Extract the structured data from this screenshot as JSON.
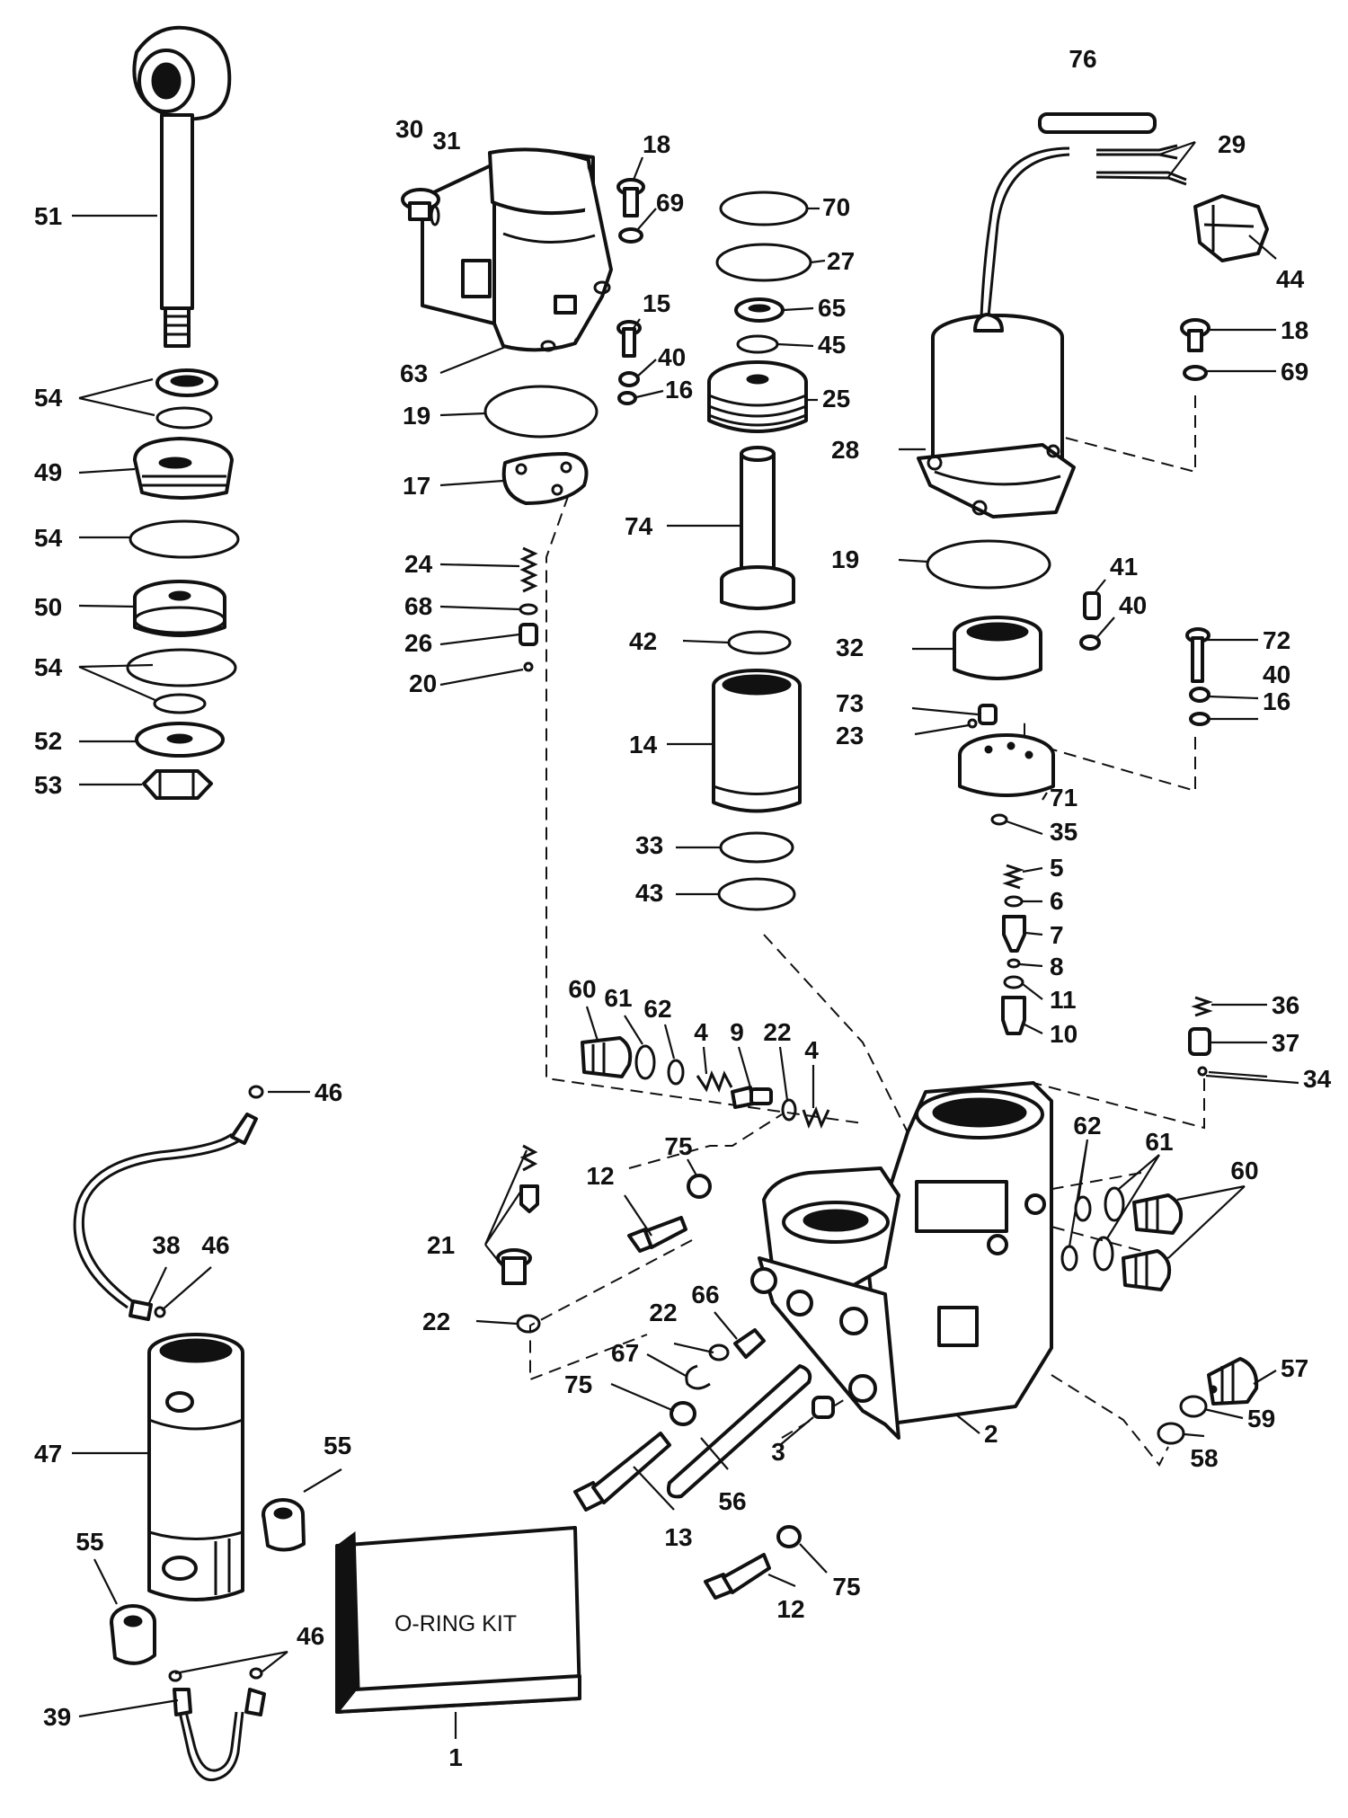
{
  "kit_box_text": "O-RING KIT",
  "callouts": [
    {
      "text": "76"
    },
    {
      "text": "29"
    },
    {
      "text": "44"
    },
    {
      "text": "30"
    },
    {
      "text": "31"
    },
    {
      "text": "18"
    },
    {
      "text": "69"
    },
    {
      "text": "70"
    },
    {
      "text": "27"
    },
    {
      "text": "51"
    },
    {
      "text": "63"
    },
    {
      "text": "15"
    },
    {
      "text": "65"
    },
    {
      "text": "45"
    },
    {
      "text": "40"
    },
    {
      "text": "16"
    },
    {
      "text": "25"
    },
    {
      "text": "18"
    },
    {
      "text": "69"
    },
    {
      "text": "54"
    },
    {
      "text": "19"
    },
    {
      "text": "28"
    },
    {
      "text": "49"
    },
    {
      "text": "17"
    },
    {
      "text": "74"
    },
    {
      "text": "54"
    },
    {
      "text": "19"
    },
    {
      "text": "24"
    },
    {
      "text": "41"
    },
    {
      "text": "50"
    },
    {
      "text": "68"
    },
    {
      "text": "40"
    },
    {
      "text": "42"
    },
    {
      "text": "32"
    },
    {
      "text": "72"
    },
    {
      "text": "26"
    },
    {
      "text": "54"
    },
    {
      "text": "20"
    },
    {
      "text": "40"
    },
    {
      "text": "73"
    },
    {
      "text": "16"
    },
    {
      "text": "23"
    },
    {
      "text": "14"
    },
    {
      "text": "52"
    },
    {
      "text": "53"
    },
    {
      "text": "71"
    },
    {
      "text": "35"
    },
    {
      "text": "33"
    },
    {
      "text": "5"
    },
    {
      "text": "6"
    },
    {
      "text": "43"
    },
    {
      "text": "7"
    },
    {
      "text": "8"
    },
    {
      "text": "11"
    },
    {
      "text": "10"
    },
    {
      "text": "36"
    },
    {
      "text": "60"
    },
    {
      "text": "61"
    },
    {
      "text": "62"
    },
    {
      "text": "4"
    },
    {
      "text": "9"
    },
    {
      "text": "22"
    },
    {
      "text": "4"
    },
    {
      "text": "37"
    },
    {
      "text": "34"
    },
    {
      "text": "46"
    },
    {
      "text": "62"
    },
    {
      "text": "61"
    },
    {
      "text": "60"
    },
    {
      "text": "75"
    },
    {
      "text": "12"
    },
    {
      "text": "21"
    },
    {
      "text": "38"
    },
    {
      "text": "46"
    },
    {
      "text": "66"
    },
    {
      "text": "22"
    },
    {
      "text": "22"
    },
    {
      "text": "67"
    },
    {
      "text": "75"
    },
    {
      "text": "57"
    },
    {
      "text": "2"
    },
    {
      "text": "59"
    },
    {
      "text": "3"
    },
    {
      "text": "58"
    },
    {
      "text": "47"
    },
    {
      "text": "55"
    },
    {
      "text": "56"
    },
    {
      "text": "13"
    },
    {
      "text": "75"
    },
    {
      "text": "55"
    },
    {
      "text": "12"
    },
    {
      "text": "46"
    },
    {
      "text": "39"
    },
    {
      "text": "1"
    }
  ]
}
